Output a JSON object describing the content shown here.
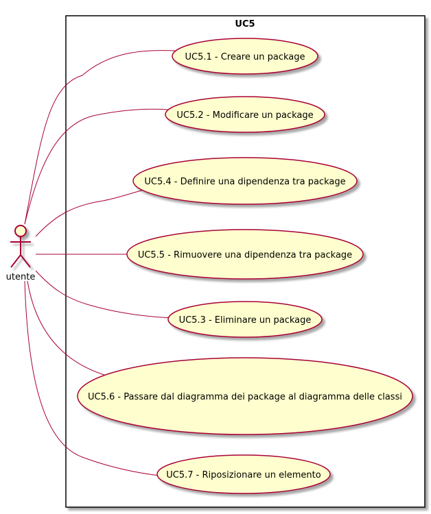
{
  "boundary": {
    "title": "UC5"
  },
  "actor": {
    "name": "utente"
  },
  "use_cases": [
    {
      "id": "uc5-1",
      "label": "UC5.1 - Creare un package"
    },
    {
      "id": "uc5-2",
      "label": "UC5.2 - Modificare un package"
    },
    {
      "id": "uc5-4",
      "label": "UC5.4 - Definire una dipendenza tra package"
    },
    {
      "id": "uc5-5",
      "label": "UC5.5 - Rimuovere una dipendenza tra package"
    },
    {
      "id": "uc5-3",
      "label": "UC5.3 - Eliminare un package"
    },
    {
      "id": "uc5-6",
      "label": "UC5.6 - Passare dal diagramma dei package al diagramma delle classi"
    },
    {
      "id": "uc5-7",
      "label": "UC5.7 - Riposizionare un elemento"
    }
  ],
  "colors": {
    "usecase_fill": "#FEFECE",
    "stroke": "#A80036",
    "boundary_stroke": "#000000",
    "shadow": "#BDBDBD"
  }
}
